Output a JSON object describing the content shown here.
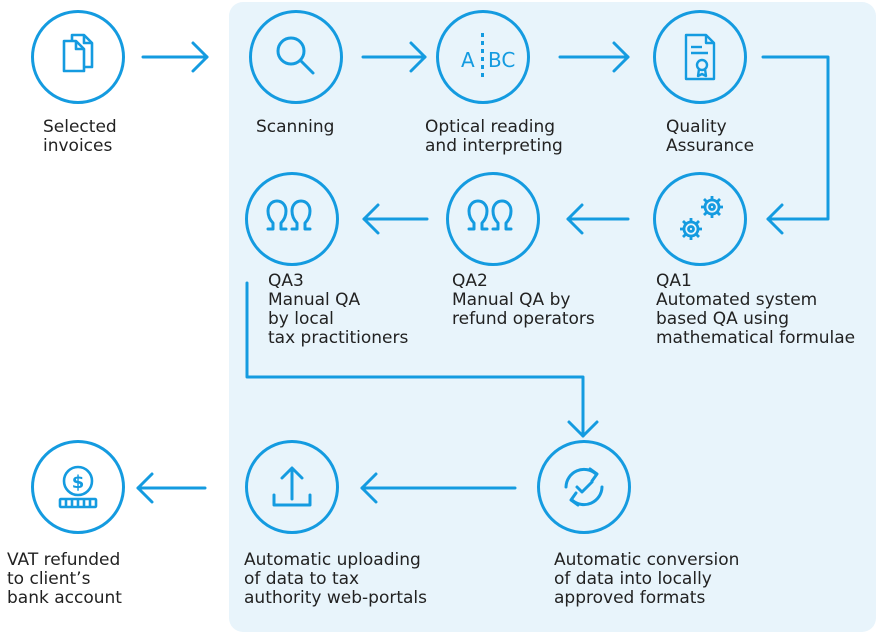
{
  "steps": {
    "selected_invoices": "Selected\ninvoices",
    "scanning": "Scanning",
    "optical": "Optical reading\nand interpreting",
    "quality": "Quality\nAssurance",
    "qa1": "QA1\nAutomated system\nbased QA using\nmathematical formulae",
    "qa2": "QA2\nManual QA by\nrefund operators",
    "qa3": "QA3\nManual QA\nby local\ntax practitioners",
    "conversion": "Automatic conversion\nof data into locally\napproved formats",
    "uploading": "Automatic uploading\nof data to tax\nauthority web-portals",
    "refunded": "VAT refunded\nto client’s\nbank account"
  },
  "icon_text": {
    "abc_a": "A",
    "abc_bc": "BC",
    "dollar": "$"
  },
  "colors": {
    "accent": "#149be0",
    "panel": "#e8f4fb"
  },
  "icons": [
    "documents-icon",
    "search-icon",
    "abc-icon",
    "certificate-icon",
    "gears-icon",
    "people-icon",
    "people-icon",
    "refresh-check-icon",
    "upload-icon",
    "coin-icon"
  ]
}
